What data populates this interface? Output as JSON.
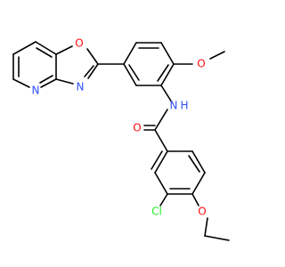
{
  "molecule": {
    "atoms": [
      {
        "id": "O_oxazole",
        "label": "O",
        "color": "#ff0d0d"
      },
      {
        "id": "N_oxazole",
        "label": "N",
        "color": "#3050f8"
      },
      {
        "id": "N_pyridine",
        "label": "N",
        "color": "#3050f8"
      },
      {
        "id": "O_methoxy",
        "label": "O",
        "color": "#ff0d0d"
      },
      {
        "id": "N_amide",
        "label": "N",
        "color": "#3050f8"
      },
      {
        "id": "H_amide",
        "label": "H",
        "color": "#3050f8"
      },
      {
        "id": "O_carbonyl",
        "label": "O",
        "color": "#ff0d0d"
      },
      {
        "id": "Cl",
        "label": "Cl",
        "color": "#1ff01f"
      },
      {
        "id": "O_ethoxy",
        "label": "O",
        "color": "#ff0d0d"
      }
    ]
  },
  "colors": {
    "bond": "#000000",
    "oxygen": "#ff0d0d",
    "nitrogen": "#3050f8",
    "chlorine": "#1ff01f"
  }
}
